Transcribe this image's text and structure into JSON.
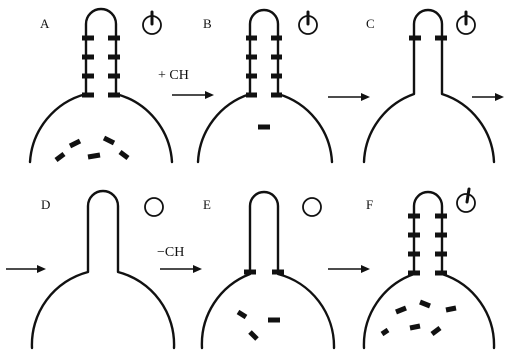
{
  "panels": [
    {
      "id": "A",
      "label": "A",
      "needle": true
    },
    {
      "id": "B",
      "label": "B",
      "needle": true
    },
    {
      "id": "C",
      "label": "C",
      "needle": true
    },
    {
      "id": "D",
      "label": "D",
      "needle": false
    },
    {
      "id": "E",
      "label": "E",
      "needle": false
    },
    {
      "id": "F",
      "label": "F",
      "needle": true
    }
  ],
  "operations": {
    "add": "+ CH",
    "remove": "−CH"
  }
}
